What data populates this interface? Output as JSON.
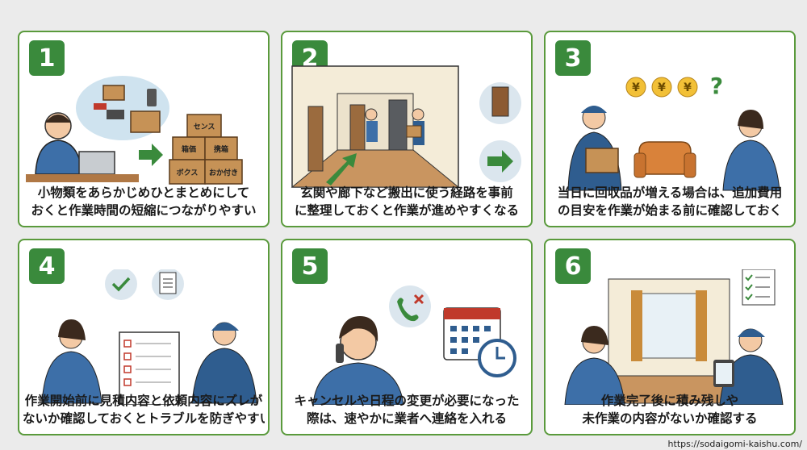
{
  "colors": {
    "accent": "#3a8a3c",
    "border": "#5a9a3c",
    "shirt": "#3d6fa8",
    "box": "#c69256"
  },
  "panels": [
    {
      "number": "1",
      "line1": "小物類をあらかじめひとまとめにして",
      "line2": "おくと作業時間の短縮につながりやすい",
      "box_labels": [
        "センス",
        "箱価",
        "携箱",
        "ボクス",
        "おか付き"
      ]
    },
    {
      "number": "2",
      "line1": "玄関や廊下など搬出に使う経路を事前",
      "line2": "に整理しておくと作業が進めやすくなる"
    },
    {
      "number": "3",
      "line1": "当日に回収品が増える場合は、追加費用",
      "line2": "の目安を作業が始まる前に確認しておく",
      "symbols": [
        "¥",
        "¥",
        "¥",
        "?"
      ]
    },
    {
      "number": "4",
      "line1": "作業開始前に見積内容と依頼内容にズレが",
      "line2": "ないか確認しておくとトラブルを防ぎやすい"
    },
    {
      "number": "5",
      "line1": "キャンセルや日程の変更が必要になった",
      "line2": "際は、速やかに業者へ連絡を入れる"
    },
    {
      "number": "6",
      "line1": "作業完了後に積み残しや",
      "line2": "未作業の内容がないか確認する"
    }
  ],
  "footer": {
    "url": "https://sodaigomi-kaishu.com/"
  }
}
